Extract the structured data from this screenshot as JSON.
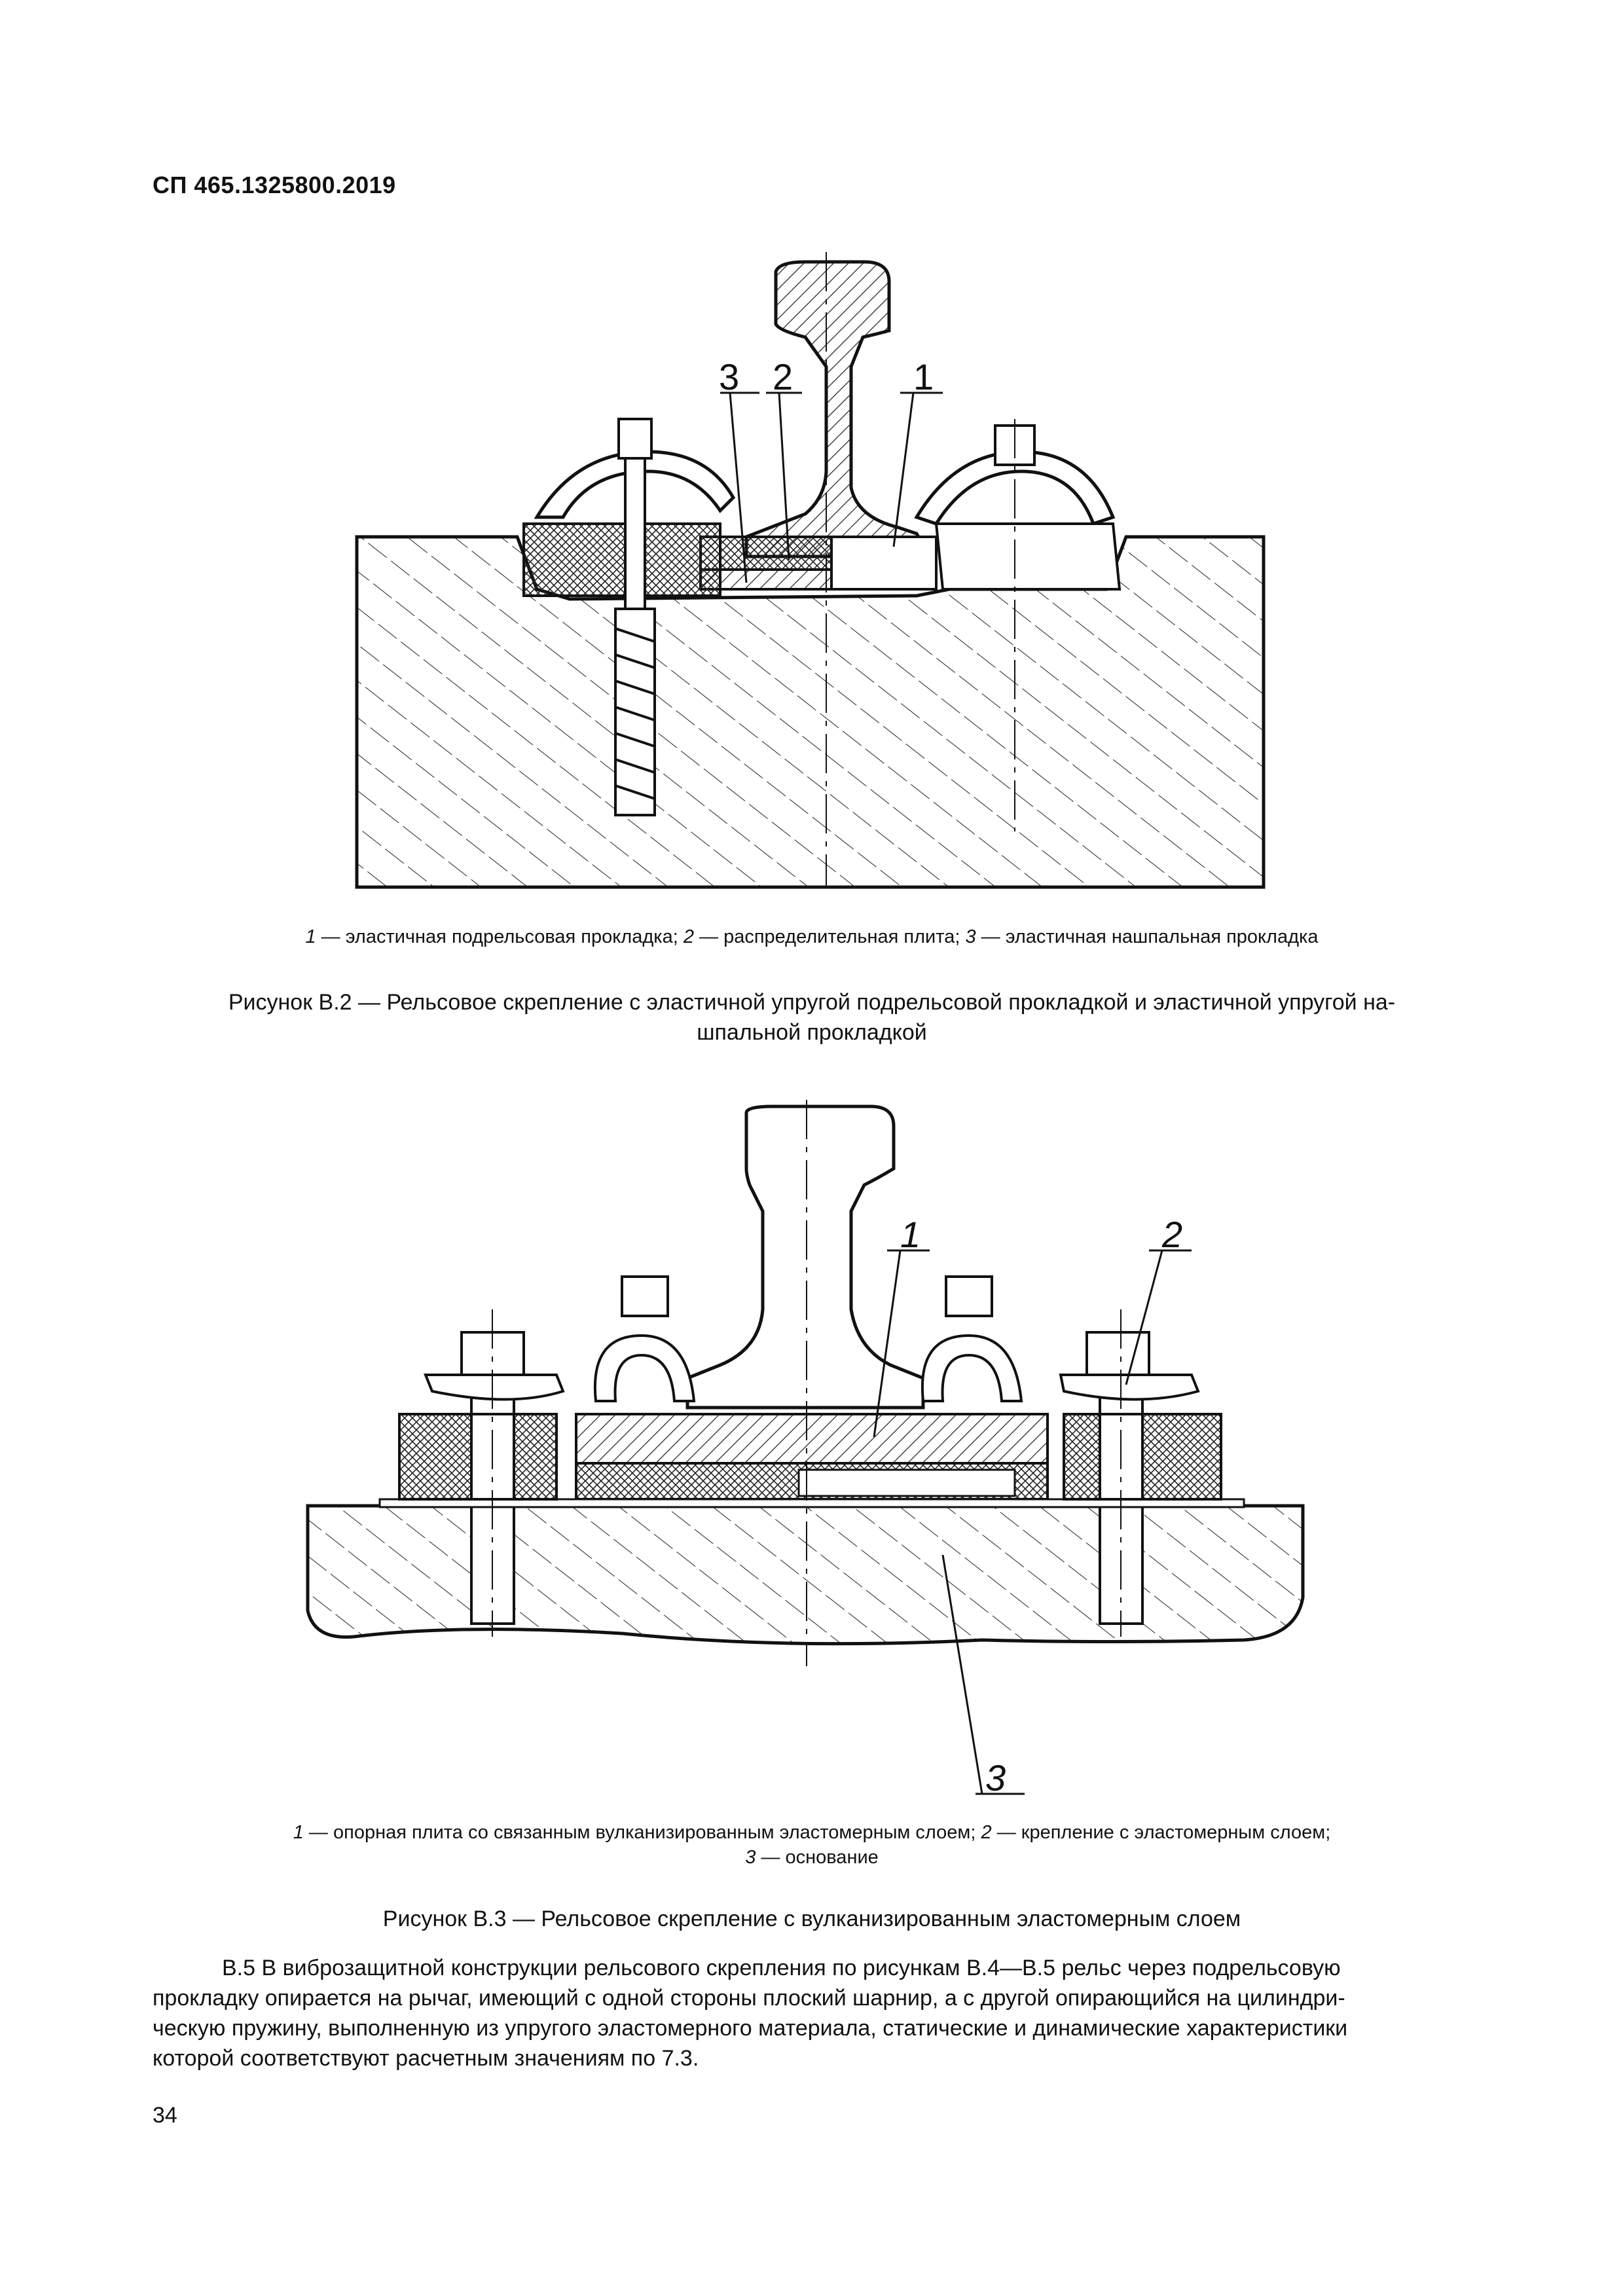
{
  "header": {
    "doc_code": "СП 465.1325800.2019"
  },
  "figure_b2": {
    "callouts": [
      "3",
      "2",
      "1"
    ],
    "legend": [
      {
        "num": "1",
        "text": " — эластичная подрельсовая прокладка; "
      },
      {
        "num": "2",
        "text": " — распределительная плита; "
      },
      {
        "num": "3",
        "text": " — эластичная нашпальная прокладка"
      }
    ],
    "caption_line1": "Рисунок В.2 — Рельсовое скрепление с эластичной упругой подрельсовой прокладкой и эластичной упругой на-",
    "caption_line2": "шпальной прокладкой"
  },
  "figure_b3": {
    "callouts": [
      "1",
      "2",
      "3"
    ],
    "legend": [
      {
        "num": "1",
        "text": " — опорная плита со связанным вулканизированным эластомерным слоем; "
      },
      {
        "num": "2",
        "text": " — крепление с эластомерным слоем;"
      },
      {
        "num": "3",
        "text": " — основание"
      }
    ],
    "caption": "Рисунок В.3 — Рельсовое скрепление с вулканизированным эластомерным слоем"
  },
  "paragraph_b5": {
    "line1": "В.5 В виброзащитной конструкции рельсового скрепления по рисункам В.4—В.5 рельс через подрельсовую",
    "line2": "прокладку опирается на рычаг, имеющий с одной стороны плоский шарнир, а с другой опирающийся на цилиндри-",
    "line3": "ческую пружину, выполненную из упругого эластомерного материала, статические и динамические характеристики",
    "line4": "которой соответствуют расчетным значениям по 7.3."
  },
  "page_number": "34"
}
